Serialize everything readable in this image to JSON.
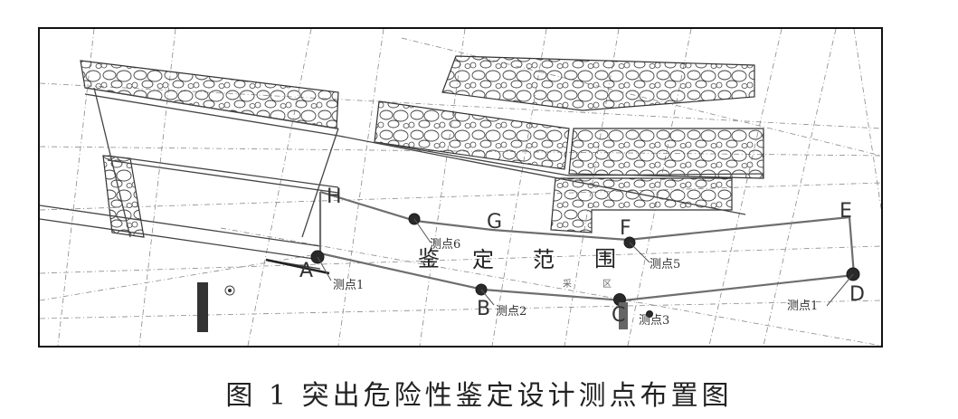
{
  "figure": {
    "caption": "图 1 突出危险性鉴定设计测点布置图",
    "zone_label_chars": [
      "鉴",
      "定",
      "范",
      "围"
    ],
    "sub_zone_chars": [
      "采",
      "区"
    ],
    "corner_labels": {
      "A": "A",
      "B": "B",
      "C": "C",
      "D": "D",
      "E": "E",
      "F": "F",
      "G": "G",
      "H": "H"
    },
    "measurement_points": [
      {
        "id": "p1",
        "label": "测点1"
      },
      {
        "id": "p2",
        "label": "测点2"
      },
      {
        "id": "p3",
        "label": "测点3"
      },
      {
        "id": "p4",
        "label": "测点1"
      },
      {
        "id": "p5",
        "label": "测点5"
      },
      {
        "id": "p6",
        "label": "测点6"
      }
    ],
    "colors": {
      "line": "#555555",
      "boundary": "#6e6e6e",
      "point": "#2a2a2a",
      "frame": "#111111"
    }
  }
}
